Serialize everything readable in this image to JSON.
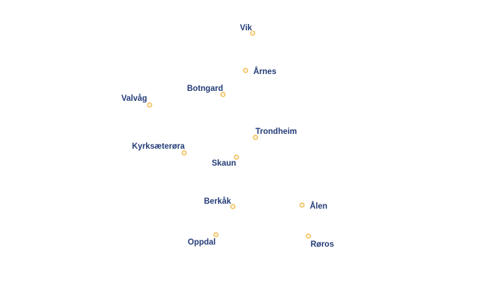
{
  "colors": {
    "background": "#ffffff",
    "marker_fill": "#fdf2dc",
    "marker_stroke": "#f0b43c",
    "label_text": "#233c78",
    "label_halo": "#ffffff"
  },
  "places": [
    {
      "name": "Vik"
    },
    {
      "name": "Årnes"
    },
    {
      "name": "Botngard"
    },
    {
      "name": "Valvåg"
    },
    {
      "name": "Trondheim"
    },
    {
      "name": "Kyrksæterøra"
    },
    {
      "name": "Skaun"
    },
    {
      "name": "Berkåk"
    },
    {
      "name": "Ålen"
    },
    {
      "name": "Oppdal"
    },
    {
      "name": "Røros"
    }
  ]
}
